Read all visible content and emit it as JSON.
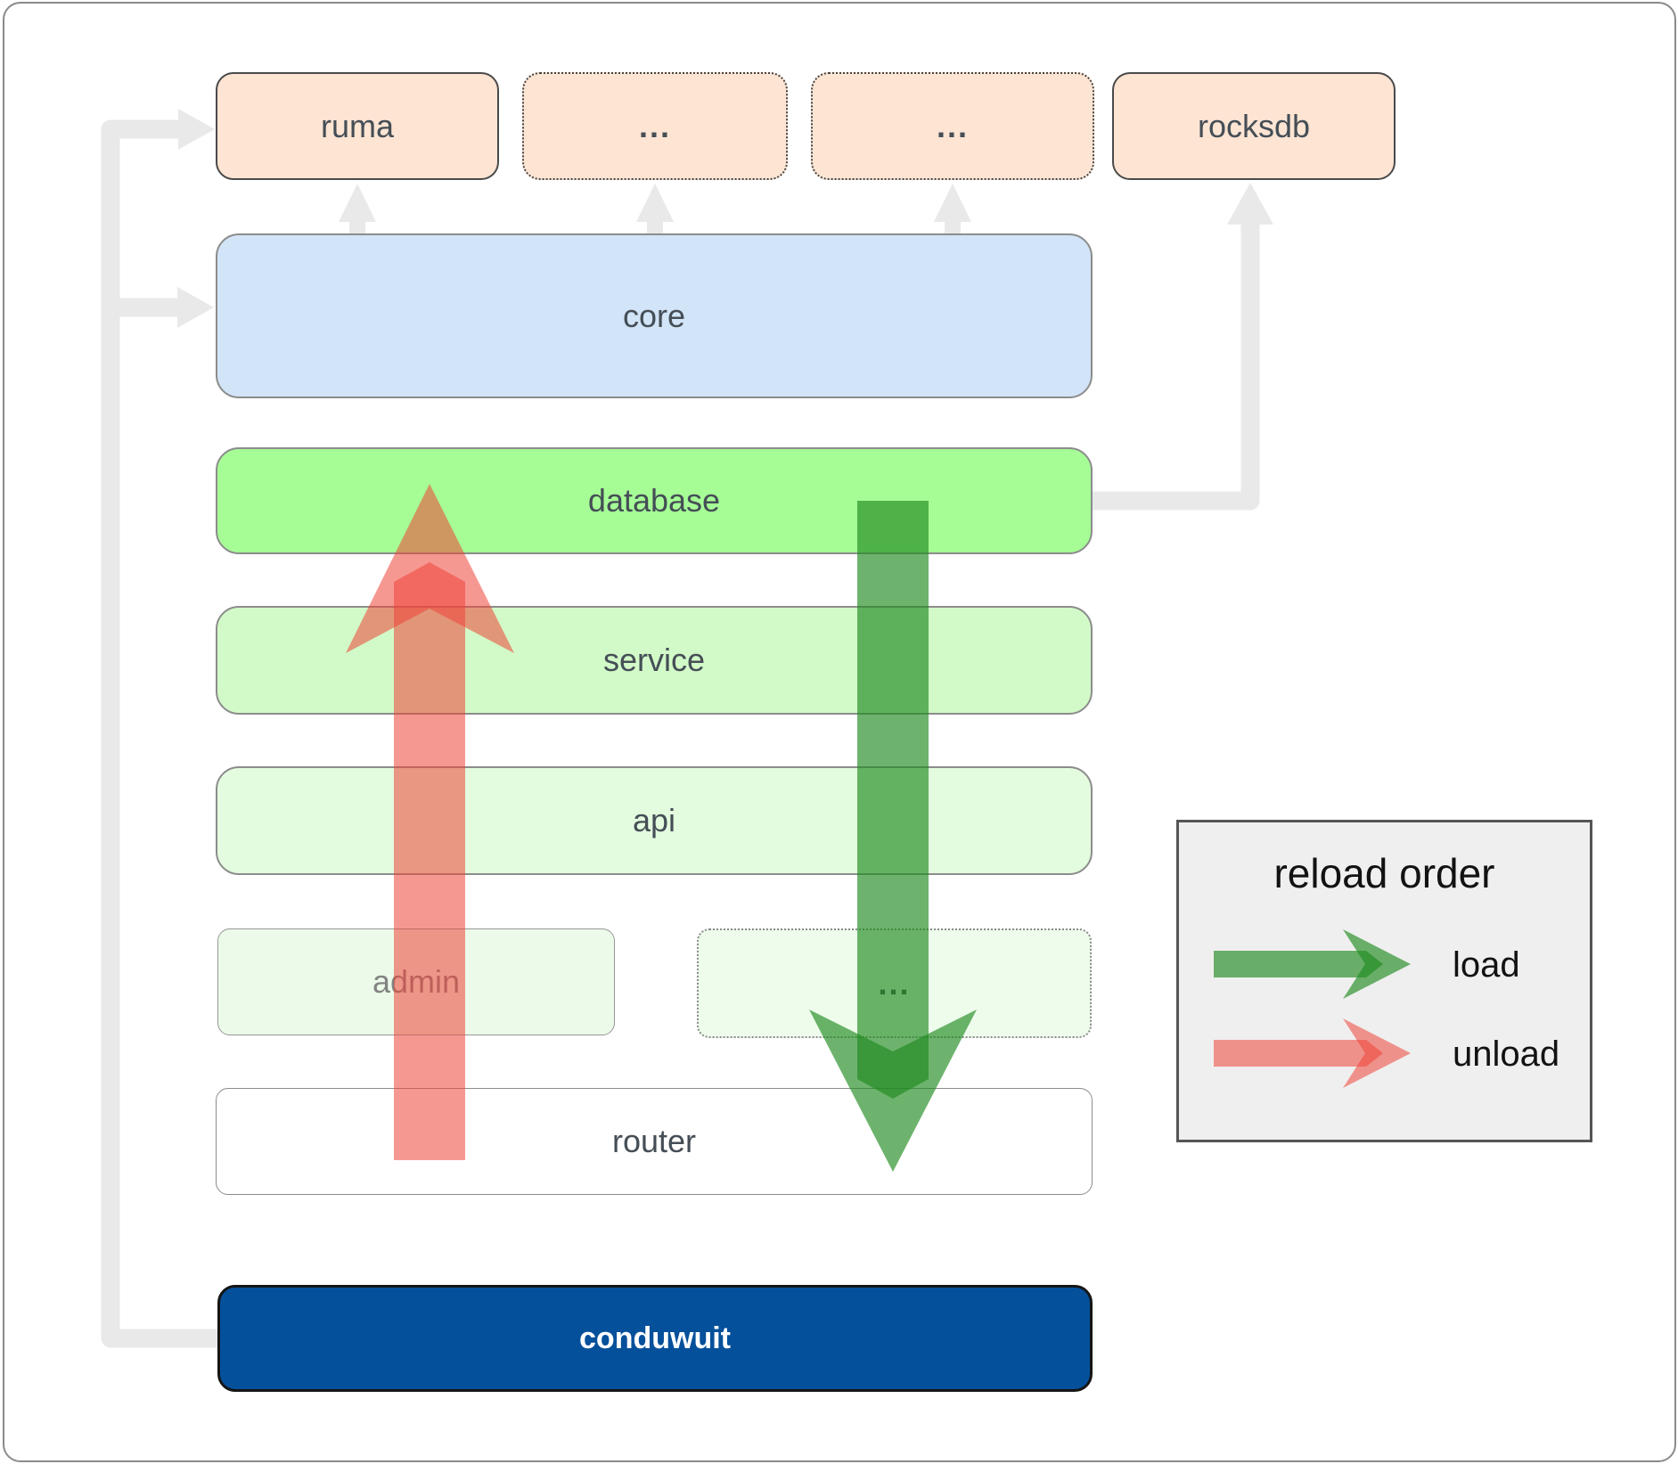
{
  "top_row": {
    "ruma": "ruma",
    "ellipsis1": "...",
    "ellipsis2": "...",
    "rocksdb": "rocksdb"
  },
  "layers": {
    "core": "core",
    "database": "database",
    "service": "service",
    "api": "api",
    "admin": "admin",
    "ellipsis3": "...",
    "router": "router",
    "app": "conduwuit"
  },
  "legend": {
    "title": "reload order",
    "load_label": "load",
    "unload_label": "unload"
  },
  "colors": {
    "peach_box": "#fde4d3",
    "core_blue": "#d2e4f7",
    "database_green": "#a6fd96",
    "service_green": "#d2fac8",
    "api_green": "#e3fbde",
    "admin_green": "#ecfbe9",
    "app_navy": "#05509b",
    "load_arrow_green": "#1f8b1f",
    "unload_arrow_red": "#ef4438",
    "connector_gray": "#e9e9e9",
    "label_text": "#454e56"
  }
}
